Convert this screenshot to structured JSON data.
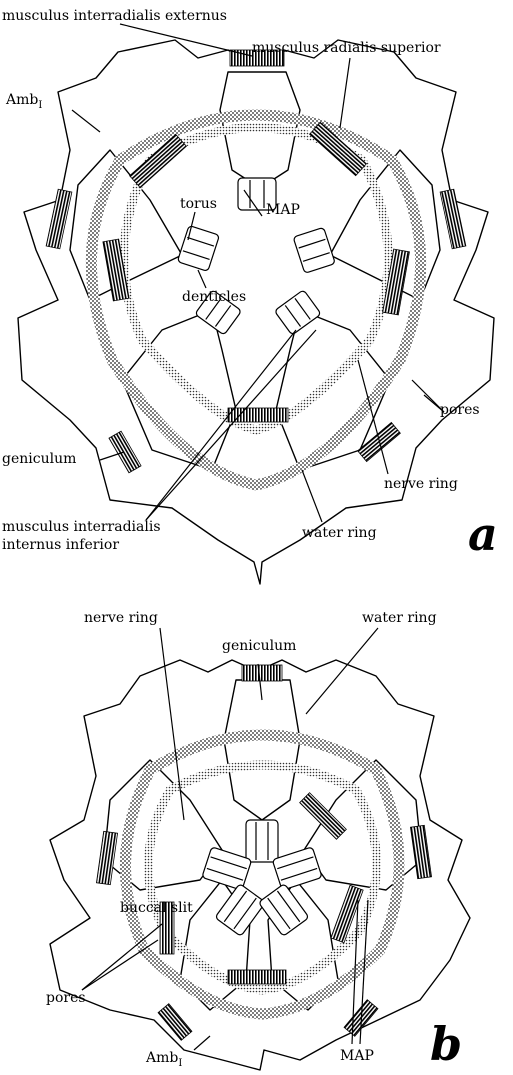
{
  "panel_a": {
    "letter": "a",
    "labels": {
      "musculus_interradialis_externus": "musculus interradialis externus",
      "musculus_radialis_superior": "musculus radialis superior",
      "amb": "Amb",
      "amb_sub": "I",
      "torus": "torus",
      "map": "MAP",
      "denticles": "denticles",
      "pores": "pores",
      "geniculum": "geniculum",
      "nerve_ring": "nerve ring",
      "musculus_interradialis_internus_inferior_1": "musculus interradialis",
      "musculus_interradialis_internus_inferior_2": "internus inferior",
      "water_ring": "water ring"
    }
  },
  "panel_b": {
    "letter": "b",
    "labels": {
      "nerve_ring": "nerve ring",
      "geniculum": "geniculum",
      "water_ring": "water ring",
      "buccal_slit": "buccal slit",
      "pores": "pores",
      "amb": "Amb",
      "amb_sub": "I",
      "map": "MAP"
    }
  }
}
